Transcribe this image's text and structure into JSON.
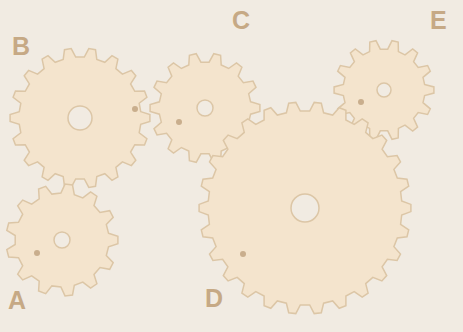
{
  "diagram": {
    "labels": [
      "B",
      "C",
      "E",
      "A",
      "D"
    ]
  }
}
